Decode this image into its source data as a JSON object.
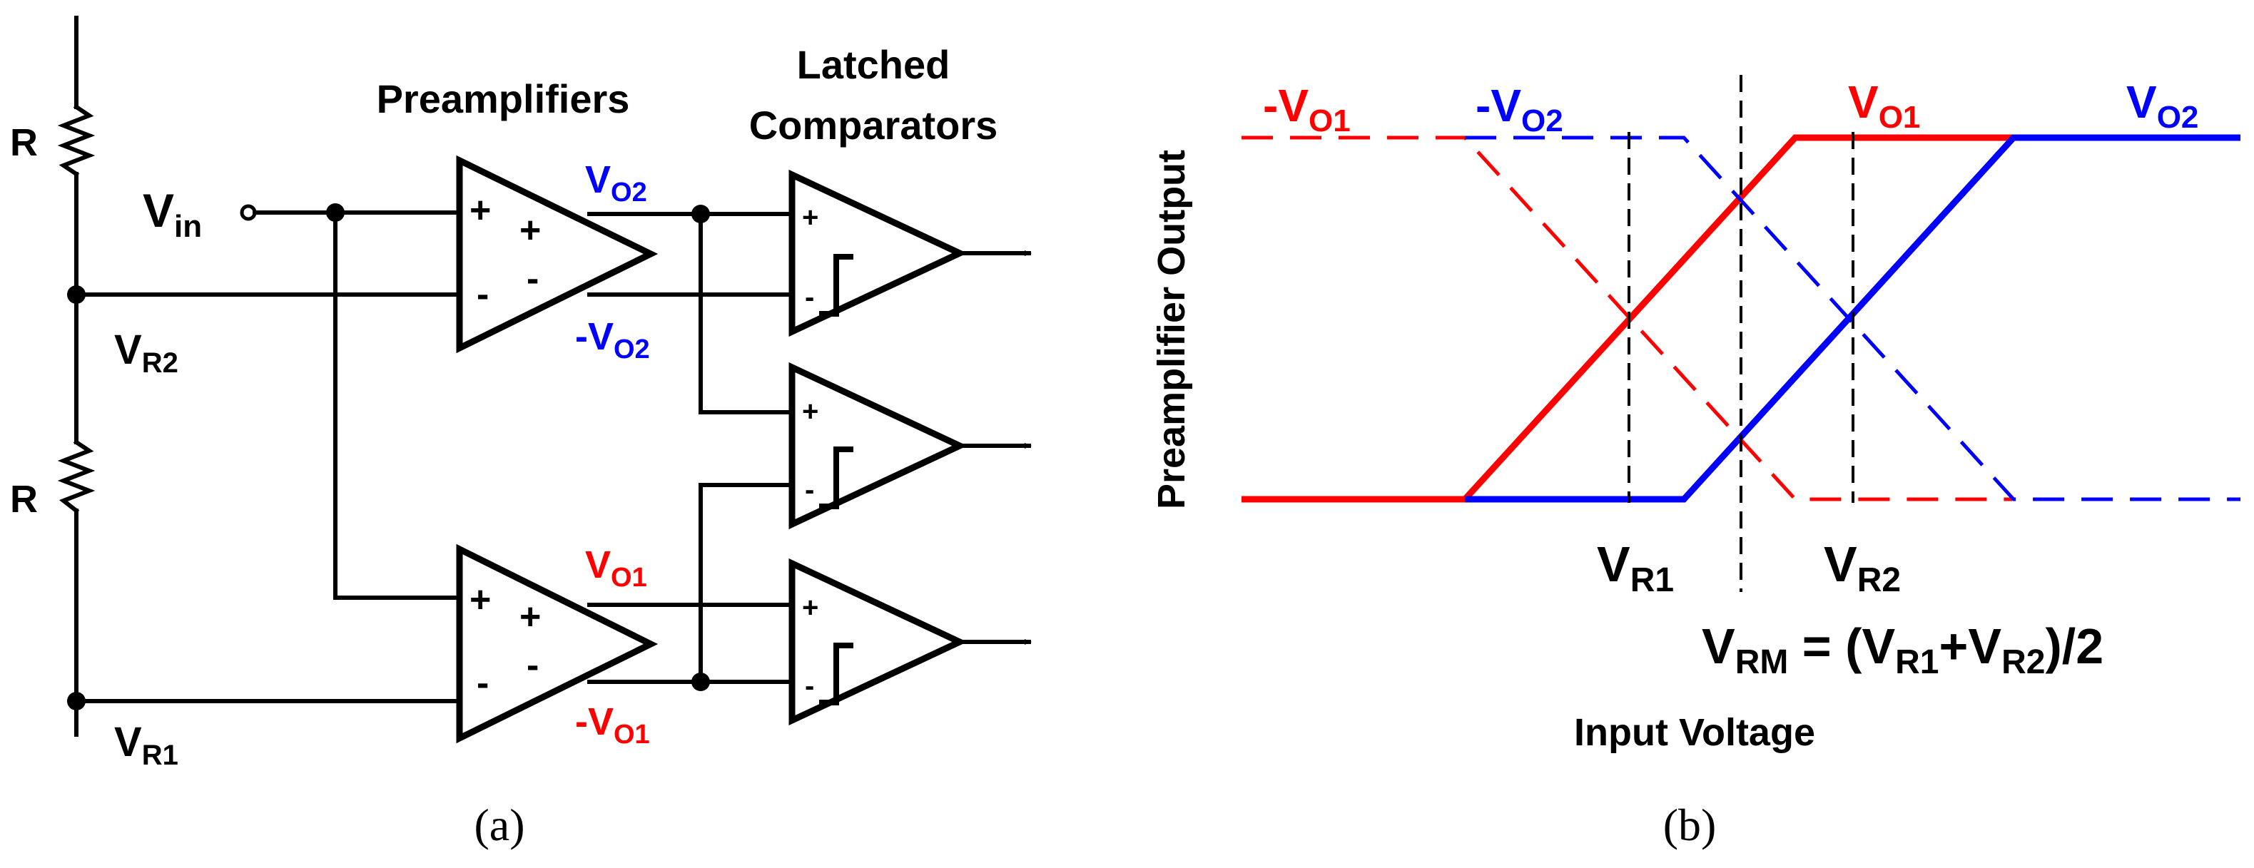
{
  "colors": {
    "red": "#ff0000",
    "blue": "#0000ff",
    "black": "#000000"
  },
  "panel_a": {
    "title_preamplifiers": "Preamplifiers",
    "title_latched_line1": "Latched",
    "title_latched_line2": "Comparators",
    "resistor_top_label": "R",
    "resistor_bottom_label": "R",
    "vin": {
      "main": "V",
      "sub": "in"
    },
    "vr2": {
      "main": "V",
      "sub": "R2"
    },
    "vr1": {
      "main": "V",
      "sub": "R1"
    },
    "vo2": {
      "main": "V",
      "sub": "O2"
    },
    "neg_vo2": {
      "main": "-V",
      "sub": "O2"
    },
    "vo1": {
      "main": "V",
      "sub": "O1"
    },
    "neg_vo1": {
      "main": "-V",
      "sub": "O1"
    },
    "plus_sign": "+",
    "minus_sign": "-",
    "caption": "(a)"
  },
  "panel_b": {
    "ylabel": "Preamplifier Output",
    "xlabel": "Input Voltage",
    "neg_vo1": {
      "main": "-V",
      "sub": "O1"
    },
    "neg_vo2": {
      "main": "-V",
      "sub": "O2"
    },
    "vo1": {
      "main": "V",
      "sub": "O1"
    },
    "vo2": {
      "main": "V",
      "sub": "O2"
    },
    "vr1": {
      "main": "V",
      "sub": "R1"
    },
    "vr2": {
      "main": "V",
      "sub": "R2"
    },
    "vrm_equation": {
      "main": "V",
      "sub": "RM",
      "mid": " = (V",
      "sub2": "R1",
      "plus": "+V",
      "sub3": "R2",
      "end": ")/2"
    },
    "caption": "(b)"
  }
}
